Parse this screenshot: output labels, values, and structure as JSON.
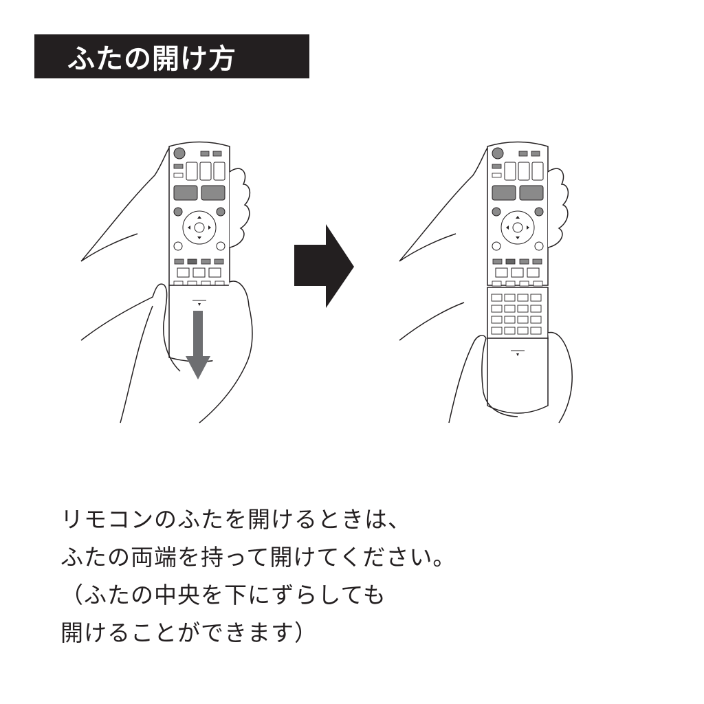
{
  "title": "ふたの開け方",
  "instructions": {
    "line1": "リモコンのふたを開けるときは、",
    "line2": "ふたの両端を持って開けてください。",
    "line3": "（ふたの中央を下にずらしても",
    "line4": "開けることができます）"
  },
  "illustrations": {
    "before": "remote-held-lid-closed",
    "arrow": "right-arrow-icon",
    "after": "remote-held-lid-open"
  },
  "colors": {
    "text": "#231f20",
    "title_bg": "#231f20",
    "title_text": "#ffffff",
    "button_gray": "#8a8a8a",
    "arrow_gray": "#6d6e71"
  }
}
